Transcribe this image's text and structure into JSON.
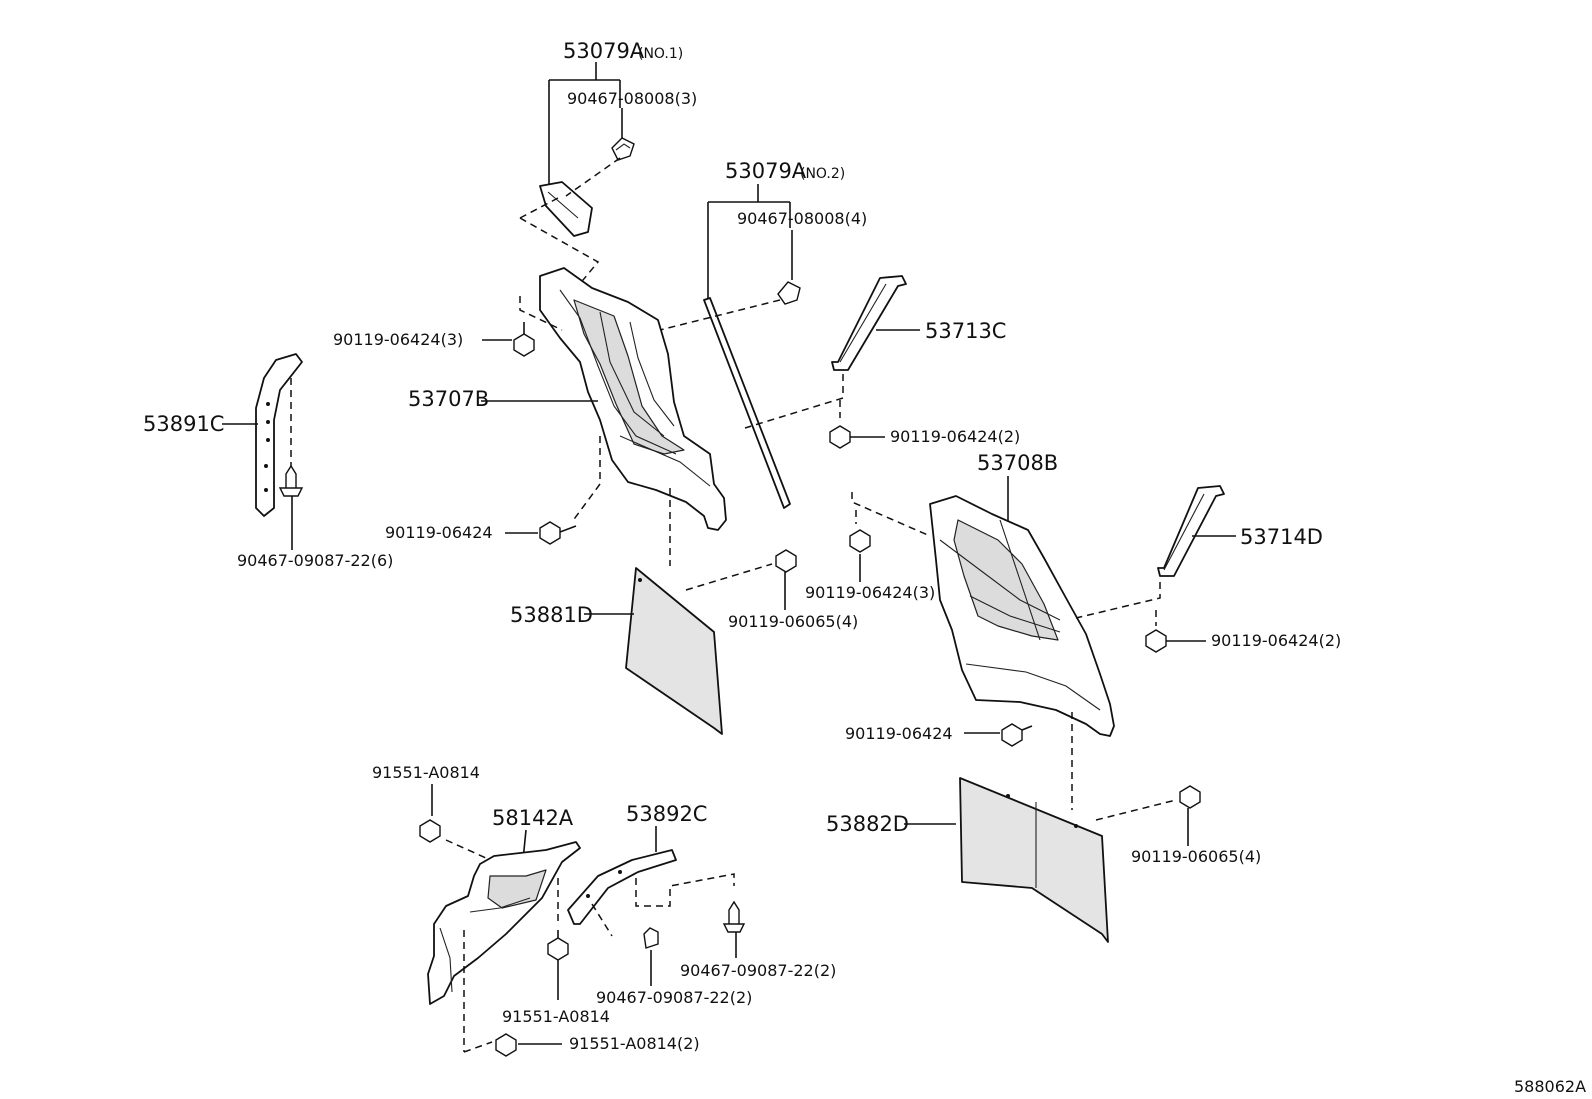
{
  "diagram_id": "588062A",
  "parts": {
    "p53079A_no1": {
      "code": "53079A",
      "note": "(NO.1)"
    },
    "p53079A_no2": {
      "code": "53079A",
      "note": "(NO.2)"
    },
    "p53713C": {
      "code": "53713C"
    },
    "p53707B": {
      "code": "53707B"
    },
    "p53891C": {
      "code": "53891C"
    },
    "p53881D": {
      "code": "53881D"
    },
    "p53708B": {
      "code": "53708B"
    },
    "p53714D": {
      "code": "53714D"
    },
    "p53882D": {
      "code": "53882D"
    },
    "p58142A": {
      "code": "58142A"
    },
    "p53892C": {
      "code": "53892C"
    }
  },
  "fasteners": {
    "f1": "90467-08008(3)",
    "f2": "90467-08008(4)",
    "f3": "90119-06424(3)",
    "f4": "90119-06424(2)",
    "f5": "90119-06424",
    "f6": "90467-09087-22(6)",
    "f7": "90119-06065(4)",
    "f8": "90119-06424(3)",
    "f9": "90119-06424(2)",
    "f10": "90119-06424",
    "f11": "90119-06065(4)",
    "f12": "91551-A0814",
    "f13": "90467-09087-22(2)",
    "f14": "90467-09087-22(2)",
    "f15": "91551-A0814",
    "f16": "91551-A0814(2)"
  }
}
